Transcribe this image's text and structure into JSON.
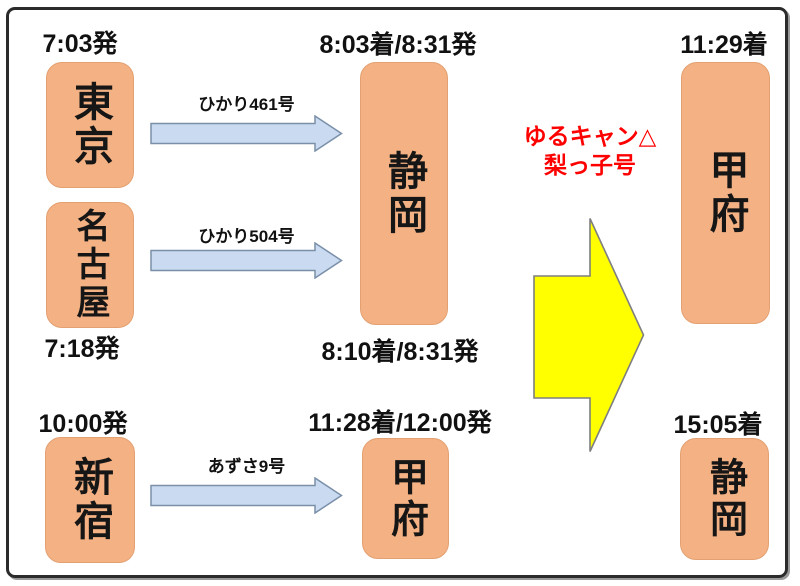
{
  "colors": {
    "station_box_fill": "#F4B183",
    "train_arrow_fill": "#C9DAF1",
    "train_arrow_stroke": "#7a8fa8",
    "transfer_arrow_fill": "#FFFF00",
    "transfer_arrow_stroke": "#7f7f7f",
    "highlight_text": "#ff0000",
    "frame_border": "#2b2b2b",
    "text": "#111111"
  },
  "stations": {
    "tokyo": {
      "name": "東京",
      "depart": "7:03発"
    },
    "nagoya": {
      "name": "名古屋",
      "depart": "7:18発"
    },
    "shizuoka_transfer": {
      "name": "静岡",
      "arrive_from_tokyo": "8:03着/8:31発",
      "arrive_from_nagoya": "8:10着/8:31発"
    },
    "shinjuku": {
      "name": "新宿",
      "depart": "10:00発"
    },
    "kofu_transfer": {
      "name": "甲府",
      "arrive_depart": "11:28着/12:00発"
    },
    "kofu_final": {
      "name": "甲府",
      "arrive": "11:29着"
    },
    "shizuoka_final": {
      "name": "静岡",
      "arrive": "15:05着"
    }
  },
  "trains": {
    "hikari461": {
      "label": "ひかり461号"
    },
    "hikari504": {
      "label": "ひかり504号"
    },
    "azusa9": {
      "label": "あずさ9号"
    },
    "yurucamp_special": {
      "line1": "ゆるキャン△",
      "line2": "梨っ子号"
    }
  }
}
